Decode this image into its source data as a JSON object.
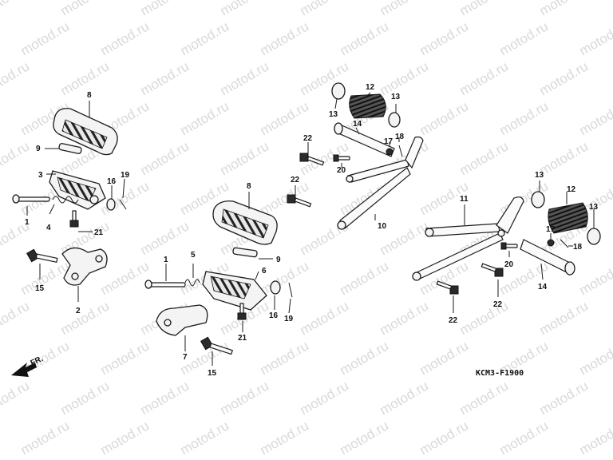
{
  "watermark": {
    "text": "motod.ru"
  },
  "diagram_code": "KCM3-F1900",
  "direction_label": "FR.",
  "callouts": [
    {
      "id": "c8a",
      "label": "8"
    },
    {
      "id": "c9a",
      "label": "9"
    },
    {
      "id": "c3",
      "label": "3"
    },
    {
      "id": "c16a",
      "label": "16"
    },
    {
      "id": "c19a",
      "label": "19"
    },
    {
      "id": "c1a",
      "label": "1"
    },
    {
      "id": "c4",
      "label": "4"
    },
    {
      "id": "c21a",
      "label": "21"
    },
    {
      "id": "c15a",
      "label": "15"
    },
    {
      "id": "c2",
      "label": "2"
    },
    {
      "id": "c8b",
      "label": "8"
    },
    {
      "id": "c9b",
      "label": "9"
    },
    {
      "id": "c1b",
      "label": "1"
    },
    {
      "id": "c5",
      "label": "5"
    },
    {
      "id": "c6",
      "label": "6"
    },
    {
      "id": "c16b",
      "label": "16"
    },
    {
      "id": "c19b",
      "label": "19"
    },
    {
      "id": "c21b",
      "label": "21"
    },
    {
      "id": "c7",
      "label": "7"
    },
    {
      "id": "c15b",
      "label": "15"
    },
    {
      "id": "c13a",
      "label": "13"
    },
    {
      "id": "c12a",
      "label": "12"
    },
    {
      "id": "c13b",
      "label": "13"
    },
    {
      "id": "c14a",
      "label": "14"
    },
    {
      "id": "c22a",
      "label": "22"
    },
    {
      "id": "c17a",
      "label": "17"
    },
    {
      "id": "c18a",
      "label": "18"
    },
    {
      "id": "c20a",
      "label": "20"
    },
    {
      "id": "c22b",
      "label": "22"
    },
    {
      "id": "c10",
      "label": "10"
    },
    {
      "id": "c11",
      "label": "11"
    },
    {
      "id": "c13c",
      "label": "13"
    },
    {
      "id": "c12b",
      "label": "12"
    },
    {
      "id": "c13d",
      "label": "13"
    },
    {
      "id": "c17b",
      "label": "17"
    },
    {
      "id": "c18b",
      "label": "18"
    },
    {
      "id": "c20b",
      "label": "20"
    },
    {
      "id": "c22c",
      "label": "22"
    },
    {
      "id": "c14b",
      "label": "14"
    },
    {
      "id": "c22d",
      "label": "22"
    }
  ]
}
